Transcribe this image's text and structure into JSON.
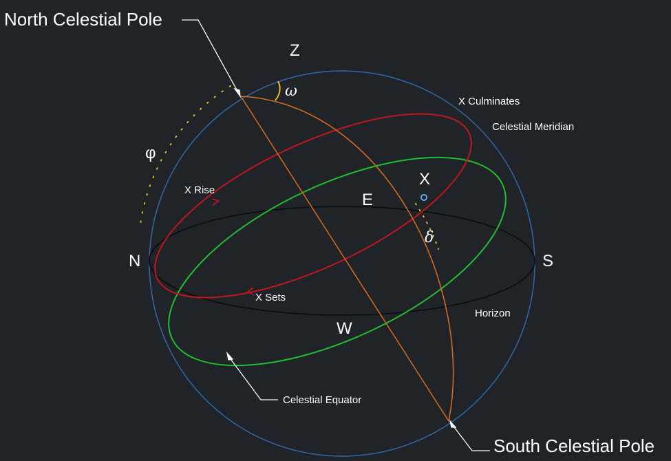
{
  "labels": {
    "north_celestial_pole": "North Celestial Pole",
    "south_celestial_pole": "South Celestial Pole",
    "zenith": "Z",
    "omega": "ω",
    "phi": "φ",
    "delta": "δ",
    "x_culminates": "X Culminates",
    "celestial_meridian": "Celestial Meridian",
    "x_star": "X",
    "east": "E",
    "west": "W",
    "north": "N",
    "south": "S",
    "x_rise": "X Rise",
    "x_sets": "X Sets",
    "horizon": "Horizon",
    "celestial_equator": "Celestial Equator"
  },
  "colors": {
    "background": "#202328",
    "sphere": "#2f6aa8",
    "horizon": "#0b0b0b",
    "celestial_equator": "#1fbf2f",
    "star_path": "#c0161e",
    "meridian_axis": "#d76a1e",
    "angle_marker": "#e0c020",
    "leader_lines": "#ffffff",
    "star_dot": "#6fb8ff"
  }
}
